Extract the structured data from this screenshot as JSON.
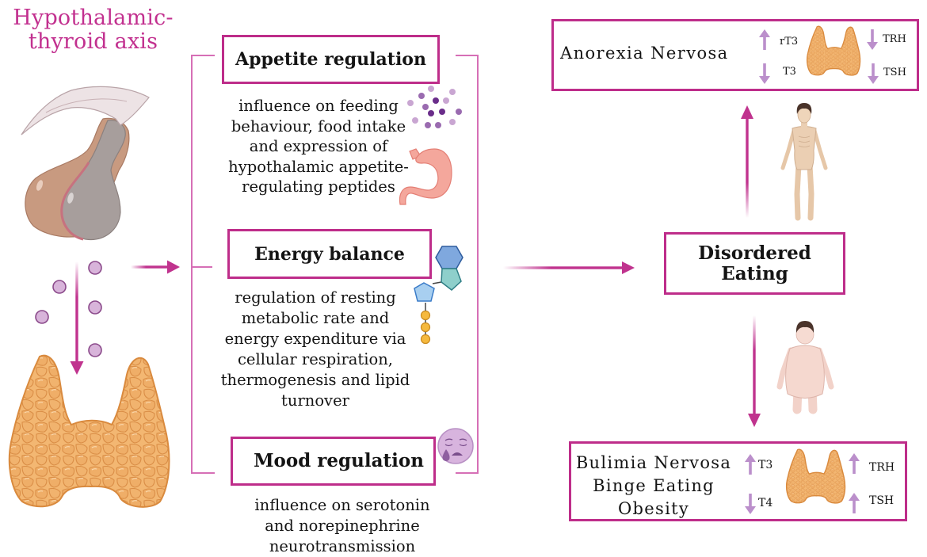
{
  "colors": {
    "accent": "#BE2D8A",
    "title": "#C2308F",
    "bracket": "#D66FB6",
    "hormone_arrow": "#BB8FCB",
    "text": "#141414",
    "thyroid": "#F3B772"
  },
  "title": {
    "line1": "Hypothalamic-",
    "line2": "thyroid axis"
  },
  "left_illustrations": {
    "pituitary": "pituitary-gland-icon",
    "hormones": "hormone-particles-icon",
    "thyroid": "thyroid-gland-icon"
  },
  "functions": [
    {
      "heading": "Appetite regulation",
      "description": [
        "influence on feeding",
        "behaviour, food intake",
        "and expression of",
        "hypothalamic appetite-",
        "regulating peptides"
      ],
      "icons": [
        "peptide-dots-icon",
        "stomach-icon"
      ]
    },
    {
      "heading": "Energy balance",
      "description": [
        "regulation of resting",
        "metabolic rate and",
        "energy expenditure via",
        "cellular respiration,",
        "thermogenesis and lipid",
        "turnover"
      ],
      "icons": [
        "molecule-icon"
      ]
    },
    {
      "heading": "Mood regulation",
      "description": [
        "influence on serotonin",
        "and norepinephrine",
        "neurotransmission"
      ],
      "icons": [
        "sad-face-icon"
      ]
    }
  ],
  "outcome": {
    "lines": [
      "Disordered",
      "Eating"
    ]
  },
  "conditions": [
    {
      "name_lines": [
        "Anorexia Nervosa"
      ],
      "figure_icon": "thin-person-icon",
      "hormones": [
        {
          "label": "rT3",
          "direction": "up"
        },
        {
          "label": "T3",
          "direction": "down"
        },
        {
          "label": "TRH",
          "direction": "down"
        },
        {
          "label": "TSH",
          "direction": "down"
        }
      ]
    },
    {
      "name_lines": [
        "Bulimia Nervosa",
        "Binge Eating",
        "Obesity"
      ],
      "figure_icon": "obese-person-icon",
      "hormones": [
        {
          "label": "T3",
          "direction": "up"
        },
        {
          "label": "T4",
          "direction": "down"
        },
        {
          "label": "TRH",
          "direction": "up"
        },
        {
          "label": "TSH",
          "direction": "up"
        }
      ]
    }
  ],
  "flow": [
    {
      "from": "pituitary",
      "to": "thyroid"
    },
    {
      "from": "Hypothalamic-thyroid axis",
      "to": "functions"
    },
    {
      "from": "functions",
      "to": "Disordered Eating"
    },
    {
      "from": "Disordered Eating",
      "to": "Anorexia Nervosa"
    },
    {
      "from": "Disordered Eating",
      "to": "Bulimia Nervosa / Binge Eating / Obesity"
    }
  ]
}
